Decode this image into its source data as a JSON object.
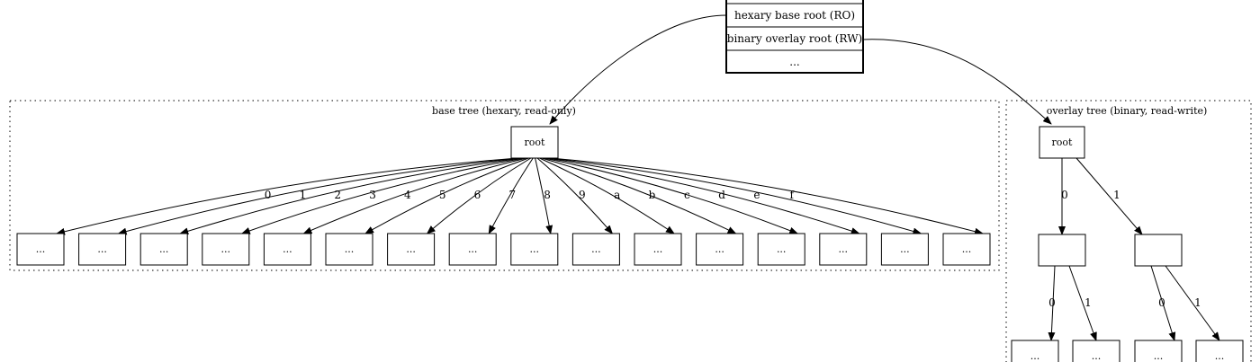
{
  "state_table": {
    "rows": [
      "hexary base root (RO)",
      "binary overlay root (RW)",
      "..."
    ]
  },
  "base_cluster": {
    "title": "base tree (hexary, read-only)",
    "root_label": "root",
    "children": [
      {
        "edge": "0",
        "label": "..."
      },
      {
        "edge": "1",
        "label": "..."
      },
      {
        "edge": "2",
        "label": "..."
      },
      {
        "edge": "3",
        "label": "..."
      },
      {
        "edge": "4",
        "label": "..."
      },
      {
        "edge": "5",
        "label": "..."
      },
      {
        "edge": "6",
        "label": "..."
      },
      {
        "edge": "7",
        "label": "..."
      },
      {
        "edge": "8",
        "label": "..."
      },
      {
        "edge": "9",
        "label": "..."
      },
      {
        "edge": "a",
        "label": "..."
      },
      {
        "edge": "b",
        "label": "..."
      },
      {
        "edge": "c",
        "label": "..."
      },
      {
        "edge": "d",
        "label": "..."
      },
      {
        "edge": "e",
        "label": "..."
      },
      {
        "edge": "f",
        "label": "..."
      }
    ]
  },
  "overlay_cluster": {
    "title": "overlay tree (binary, read-write)",
    "root_label": "root",
    "level1": [
      {
        "edge": "0",
        "label": ""
      },
      {
        "edge": "1",
        "label": ""
      }
    ],
    "level2": [
      {
        "edge": "0",
        "label": "..."
      },
      {
        "edge": "1",
        "label": "..."
      },
      {
        "edge": "0",
        "label": "..."
      },
      {
        "edge": "1",
        "label": "..."
      }
    ]
  }
}
